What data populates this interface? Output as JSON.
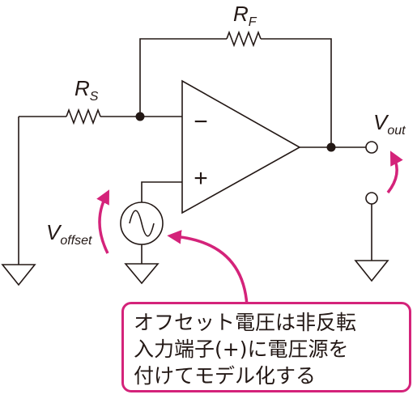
{
  "labels": {
    "rf": {
      "main": "R",
      "sub": "F"
    },
    "rs": {
      "main": "R",
      "sub": "S"
    },
    "vout": {
      "main": "V",
      "sub": "out"
    },
    "voffset": {
      "main": "V",
      "sub": "offset"
    }
  },
  "opamp": {
    "minus": "−",
    "plus": "+"
  },
  "callout": {
    "lines": [
      "オフセット電圧は非反転",
      "入力端子(+)に電圧源を",
      "付けてモデル化する"
    ]
  },
  "colors": {
    "wire": "#231815",
    "accent": "#d4237a"
  }
}
